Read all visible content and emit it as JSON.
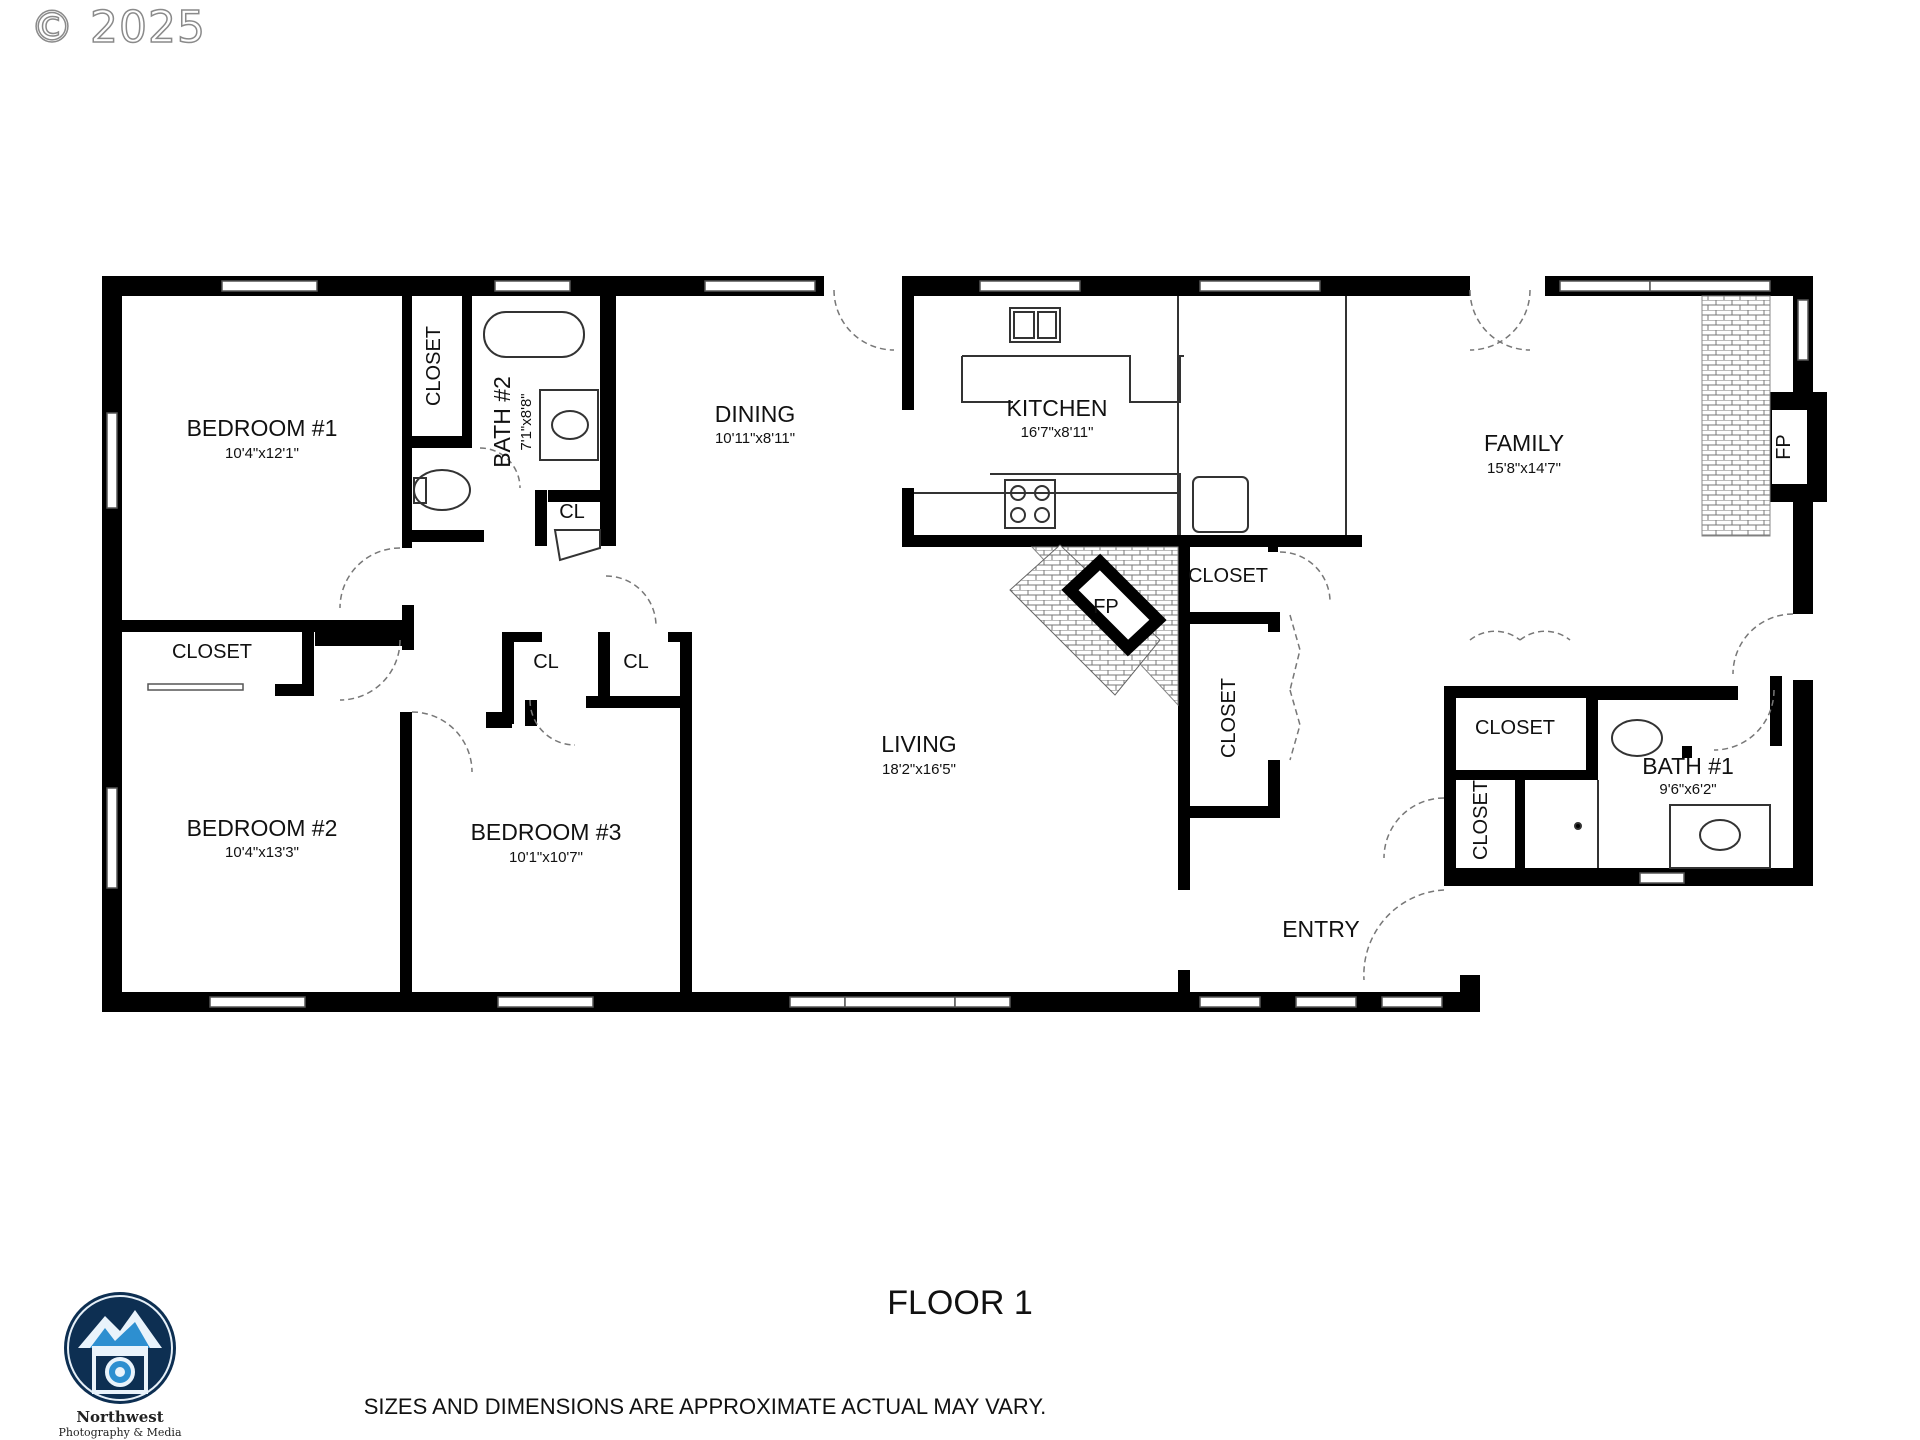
{
  "copyright": "© 2025",
  "floor_title": "FLOOR 1",
  "disclaimer": "SIZES AND DIMENSIONS ARE APPROXIMATE ACTUAL MAY VARY.",
  "logo": {
    "name": "Northwest",
    "tagline": "Photography & Media"
  },
  "rooms": {
    "bedroom1": {
      "name": "BEDROOM #1",
      "dim": "10'4\"x12'1\""
    },
    "bedroom2": {
      "name": "BEDROOM #2",
      "dim": "10'4\"x13'3\""
    },
    "bedroom3": {
      "name": "BEDROOM #3",
      "dim": "10'1\"x10'7\""
    },
    "bath2": {
      "name": "BATH #2",
      "dim": "7'1\"x8'8\""
    },
    "dining": {
      "name": "DINING",
      "dim": "10'11\"x8'11\""
    },
    "kitchen": {
      "name": "KITCHEN",
      "dim": "16'7\"x8'11\""
    },
    "family": {
      "name": "FAMILY",
      "dim": "15'8\"x14'7\""
    },
    "living": {
      "name": "LIVING",
      "dim": "18'2\"x16'5\""
    },
    "bath1": {
      "name": "BATH #1",
      "dim": "9'6\"x6'2\""
    },
    "entry": {
      "name": "ENTRY"
    }
  },
  "labels": {
    "closet": "CLOSET",
    "cl": "CL",
    "fp": "FP"
  },
  "colors": {
    "wall": "#000000",
    "brick": "#7a7a7a",
    "background": "#ffffff"
  }
}
